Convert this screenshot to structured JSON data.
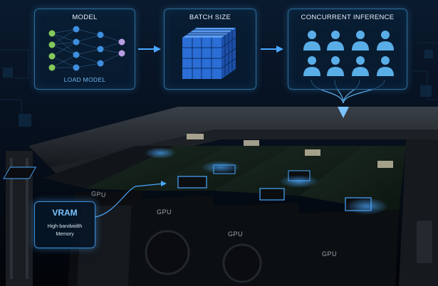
{
  "panels": {
    "model": {
      "title": "MODEL",
      "subtitle": "LOAD MODEL"
    },
    "batch_size": {
      "title": "BATCH SIZE"
    },
    "concurrent": {
      "title": "CONCURRENT INFERENCE"
    }
  },
  "vram": {
    "title": "VRAM",
    "line1": "High-bandwidth",
    "line2": "Memory"
  },
  "gpu_labels": [
    "GPU",
    "GPU",
    "GPU",
    "GPU"
  ],
  "colors": {
    "background": "#050b14",
    "accent": "#3d8fd6",
    "panel_border": "#2e6e9c",
    "node_green": "#86c95a",
    "node_blue": "#3f8fe0",
    "node_purple": "#b79be0",
    "cube_blue": "#2a6ed6",
    "person_blue": "#5aaee8"
  },
  "icons": {
    "network": "neural-network-icon",
    "cube": "cube-icon",
    "person": "person-icon",
    "arrow": "arrow-right-icon"
  }
}
